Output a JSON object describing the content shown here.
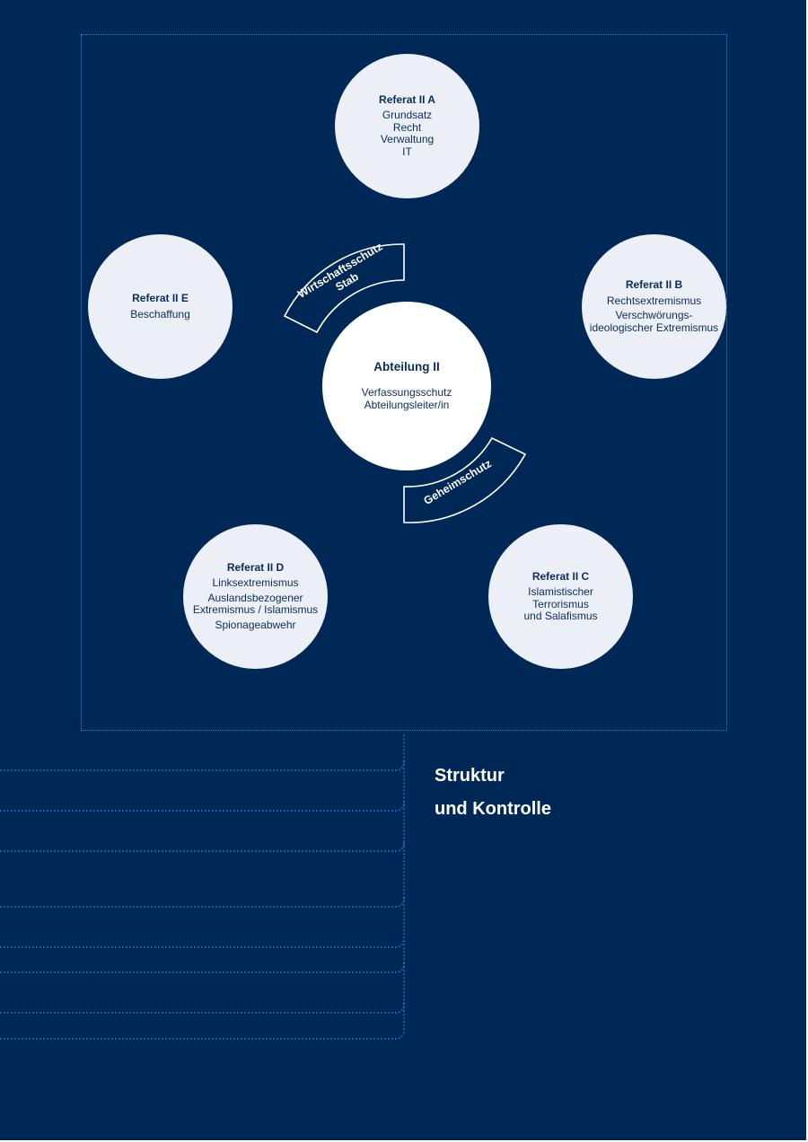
{
  "center": {
    "title": "Abteilung II",
    "lines": [
      "Verfassungsschutz",
      "Abteilungsleiter/in"
    ]
  },
  "units": {
    "a": {
      "title": "Referat II A",
      "lines": [
        "Grundsatz",
        "Recht",
        "Verwaltung",
        "IT"
      ]
    },
    "b": {
      "title": "Referat II B",
      "lines": [
        "Rechtsextremismus",
        "Verschwörungs-",
        "ideologischer Extremismus"
      ]
    },
    "c": {
      "title": "Referat II C",
      "lines": [
        "Islamistischer",
        "Terrorismus",
        "und Salafismus"
      ]
    },
    "d": {
      "title": "Referat II D",
      "lines": [
        "Linksextremismus",
        "Auslandsbezogener",
        "Extremismus / Islamismus",
        "Spionageabwehr"
      ]
    },
    "e": {
      "title": "Referat II E",
      "lines": [
        "Beschaffung"
      ]
    }
  },
  "bands": {
    "upper": {
      "line1": "Wirtschaftsschutz",
      "line2": "Stab"
    },
    "lower": {
      "line1": "Geheimschutz"
    }
  },
  "heading": {
    "line1": "Struktur",
    "line2": "und Kontrolle"
  },
  "colors": {
    "background": "#002856",
    "circle_fill": "#eceff5",
    "text": "#0b2d5b",
    "dotted_line": "#3d7fd6"
  }
}
